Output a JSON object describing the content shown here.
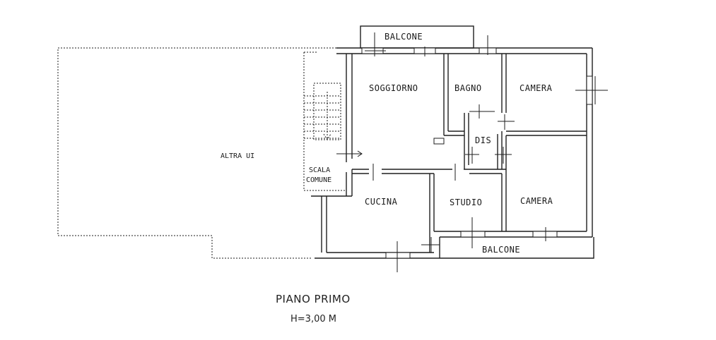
{
  "floor": {
    "title": "PIANO PRIMO",
    "height_label": "H=3,00 M"
  },
  "rooms": {
    "balcone_top": "BALCONE",
    "soggiorno": "SOGGIORNO",
    "bagno": "BAGNO",
    "camera_1": "CAMERA",
    "dis": "DIS",
    "altra_ui": "ALTRA UI",
    "scala_line1": "SCALA",
    "scala_line2": "COMUNE",
    "cucina": "CUCINA",
    "studio": "STUDIO",
    "camera_2": "CAMERA",
    "balcone_bottom": "BALCONE"
  }
}
